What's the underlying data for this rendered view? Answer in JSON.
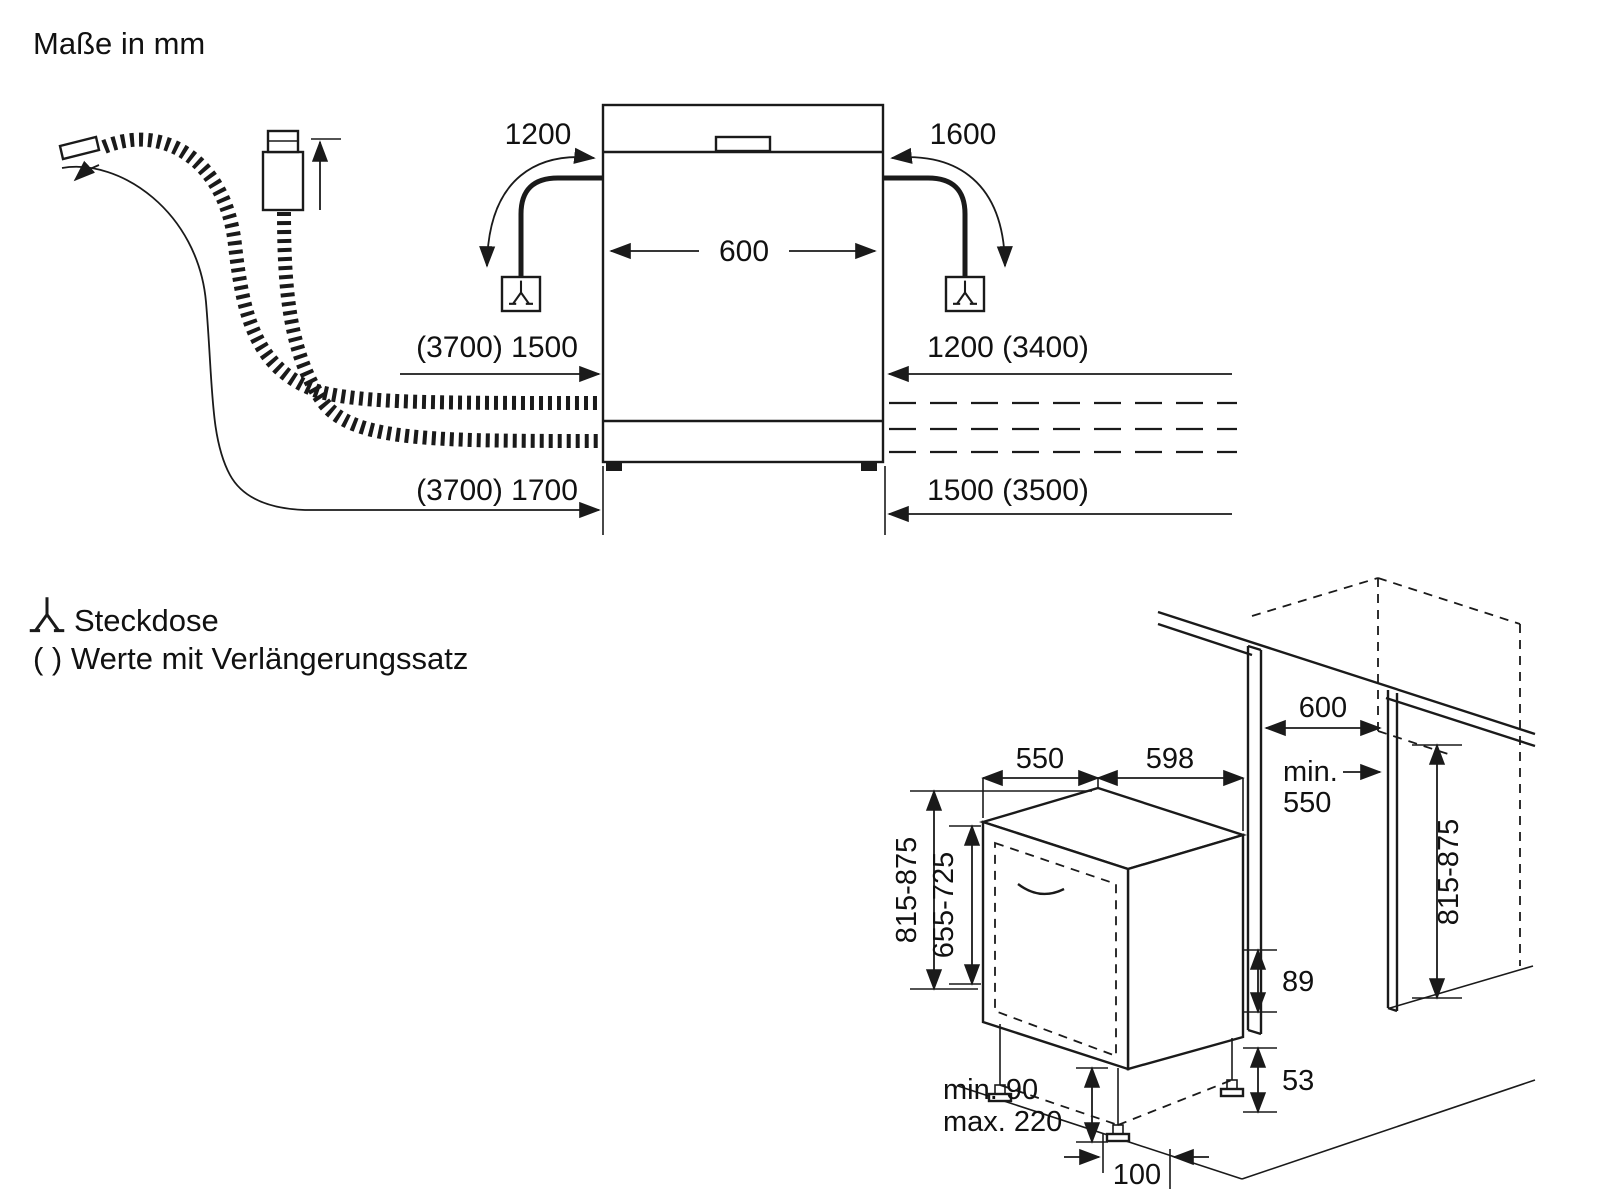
{
  "title": "Maße in mm",
  "front_view": {
    "cable_to_socket_left": "1200",
    "cable_to_socket_right": "1600",
    "appliance_width": "600",
    "hose_left_upper": "(3700) 1500",
    "hose_right_upper": "1200 (3400)",
    "hose_left_lower": "(3700) 1700",
    "hose_right_lower": "1500 (3500)"
  },
  "legend": {
    "socket": "Steckdose",
    "extension_note": "( ) Werte mit Verlängerungssatz"
  },
  "niche_view": {
    "appliance_depth": "550",
    "appliance_width": "598",
    "niche_width": "600",
    "niche_depth_line1": "min.",
    "niche_depth_line2": "550",
    "appliance_height_left": "815-875",
    "furniture_door_height": "655-725",
    "niche_height_right": "815-875",
    "rear_plinth_height": "89",
    "foot_adjust_min": "min. 90",
    "foot_adjust_max": "max. 220",
    "side_clearance": "53",
    "foot_depth": "100"
  },
  "colors": {
    "line": "#1a1a1a",
    "background": "#ffffff"
  }
}
